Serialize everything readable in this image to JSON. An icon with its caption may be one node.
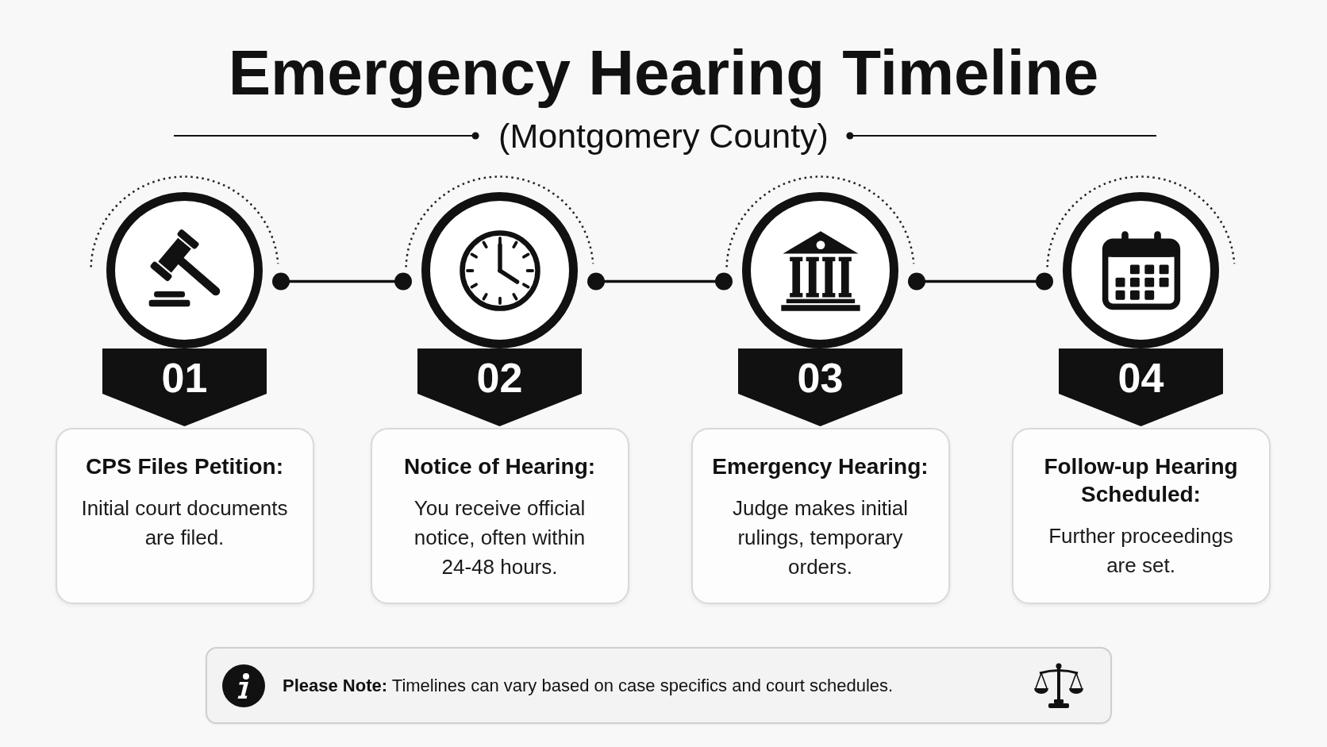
{
  "diagram": {
    "title": "Emergency Hearing Timeline",
    "nodes": [
      {
        "text": [],
        "shape": "circle"
      },
      {
        "text": [
          "01"
        ]
      },
      {
        "text": [
          "CPS Files Petition:",
          "Initial court documents are filed."
        ]
      },
      {
        "text": [],
        "shape": "circle"
      },
      {
        "text": [
          "02"
        ]
      },
      {
        "text": [
          "Notice of Hearing:",
          "You receive official notice, often within 24-48 hours."
        ]
      },
      {
        "text": [],
        "shape": "circle"
      },
      {
        "text": [
          "03"
        ]
      },
      {
        "text": [
          "Emergency Hearing:",
          "Judge makes initial rulings, temporary orders."
        ]
      },
      {
        "text": [],
        "shape": "circle"
      },
      {
        "text": [
          "04"
        ]
      },
      {
        "text": [
          "Follow-up Hearing Scheduled:",
          "Further proceedings are set."
        ]
      },
      {
        "text": [
          "**Please Note:** Timelines can vary based on case specifics and court schedules."
        ]
      }
    ],
    "edges": [
      {
        "from": 0,
        "to": 3,
        "arrow": "other"
      },
      {
        "from": 3,
        "to": 6,
        "arrow": "other"
      },
      {
        "from": 6,
        "to": 9,
        "arrow": "other"
      }
    ],
    "labels": [
      "(Montgomery County)"
    ]
  }
}
